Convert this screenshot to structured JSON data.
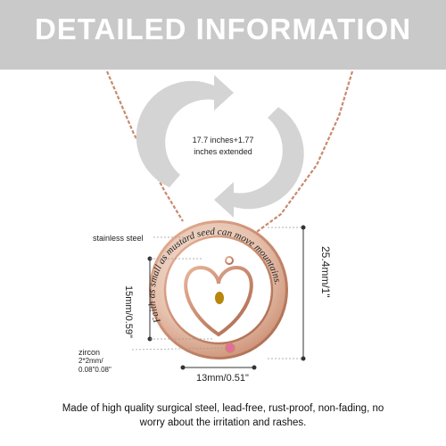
{
  "header": {
    "title": "DETAILED INFORMATION",
    "band_color": "#c9c9c9"
  },
  "product": {
    "chain_length": "17.7 inches+1.77 inches extended",
    "material_label": "stainless steel",
    "zircon_title": "zircon",
    "zircon_size_mm": "2*2mm/",
    "zircon_size_in": "0.08\"0.08\"",
    "height_label": "15mm/0.59\"",
    "width_label": "13mm/0.51\"",
    "total_height_label": "25.4mm/1\"",
    "pendant_engraving": "Faith as small as mustard seed can move mountains.",
    "rose_gold_color": "#c98a6e",
    "zircon_color": "#e86aa0",
    "seed_color": "#b8860b"
  },
  "description": "Made of high quality surgical steel, lead-free, rust-proof, non-fading, no worry about the irritation and rashes."
}
